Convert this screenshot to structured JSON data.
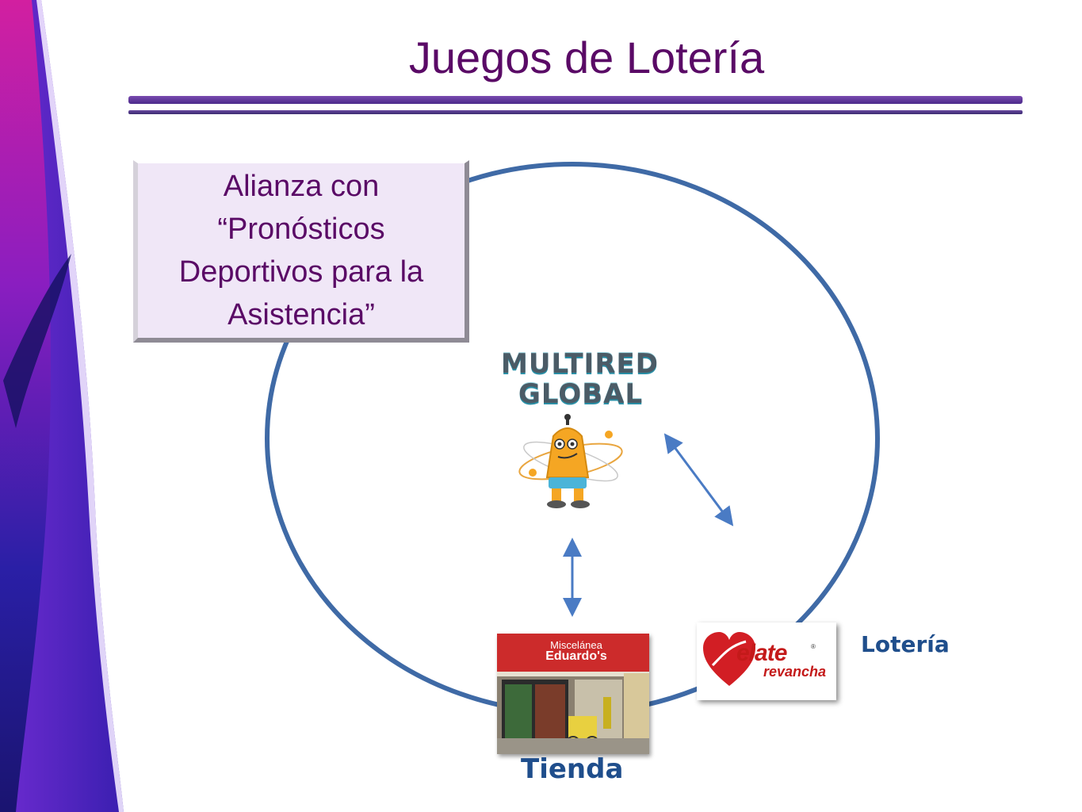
{
  "slide": {
    "title": "Juegos de Lotería"
  },
  "callout": {
    "text": "Alianza con\n“Pronósticos\nDeportivos para la\nAsistencia”"
  },
  "logo": {
    "line1": "MULTIRED",
    "line2": "GLOBAL"
  },
  "store": {
    "sign_line1": "Miscelánea",
    "sign_line2": "Eduardo's",
    "label": "Tienda"
  },
  "lottery": {
    "brand": "elate",
    "brand_sub": "revancha",
    "trademark": "®",
    "label": "Lotería"
  },
  "colors": {
    "title": "#5a0a66",
    "labels": "#1f4e8c",
    "circle": "#3f6aa6",
    "arrows": "#4a7bc4"
  }
}
